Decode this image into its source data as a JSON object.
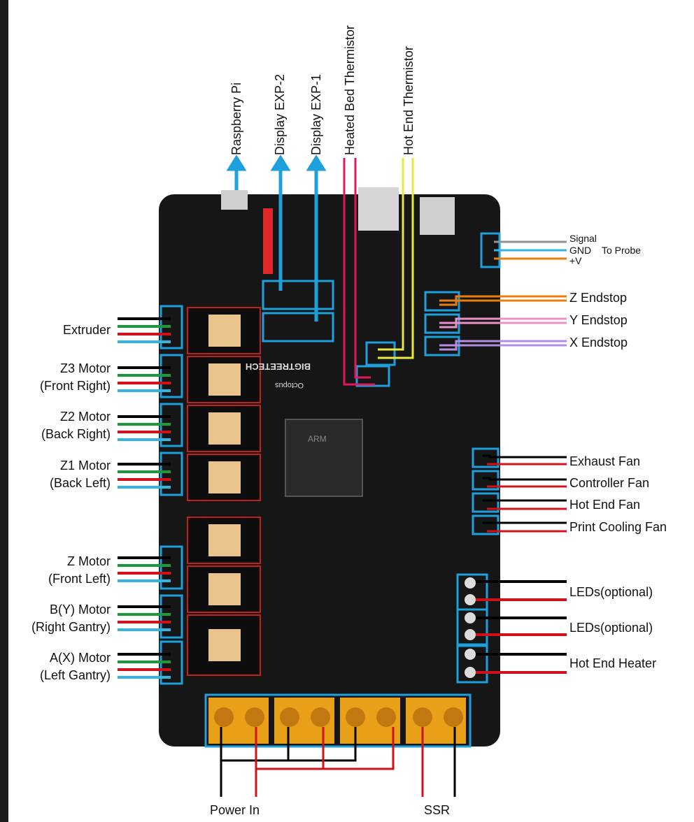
{
  "top_labels": [
    "Raspberry Pi",
    "Display EXP-2",
    "Display EXP-1",
    "Heated Bed Thermistor",
    "Hot End Thermistor"
  ],
  "left_labels": [
    {
      "line1": "Extruder",
      "line2": ""
    },
    {
      "line1": "Z3 Motor",
      "line2": "(Front Right)"
    },
    {
      "line1": "Z2 Motor",
      "line2": "(Back Right)"
    },
    {
      "line1": "Z1 Motor",
      "line2": "(Back Left)"
    },
    {
      "line1": "Z Motor",
      "line2": "(Front Left)"
    },
    {
      "line1": "B(Y) Motor",
      "line2": "(Right Gantry)"
    },
    {
      "line1": "A(X) Motor",
      "line2": "(Left Gantry)"
    }
  ],
  "probe": {
    "signal": "Signal",
    "gnd": "GND",
    "vplus": "+V",
    "target": "To Probe"
  },
  "right_labels": [
    "Z Endstop",
    "Y Endstop",
    "X Endstop",
    "Exhaust Fan",
    "Controller Fan",
    "Hot End Fan",
    "Print Cooling Fan",
    "LEDs(optional)",
    "LEDs(optional)",
    "Hot End Heater"
  ],
  "bottom_labels": [
    "Power In",
    "SSR"
  ],
  "board_silk": {
    "brand": "BIGTREETECH",
    "model": "Octopus",
    "chip": "ARM"
  },
  "colors": {
    "board": "#161616",
    "highlight": "#1ea0dc",
    "wire_black": "#000000",
    "wire_red": "#d0101a",
    "wire_green": "#1a9a3a",
    "wire_cyan": "#36b4e0",
    "wire_orange": "#e87d12",
    "wire_pink": "#e890c8",
    "wire_purple": "#b48ce0",
    "wire_yellow": "#e8e840",
    "wire_magenta": "#e0185a",
    "wire_grey": "#909090",
    "terminal": "#e8a018"
  }
}
